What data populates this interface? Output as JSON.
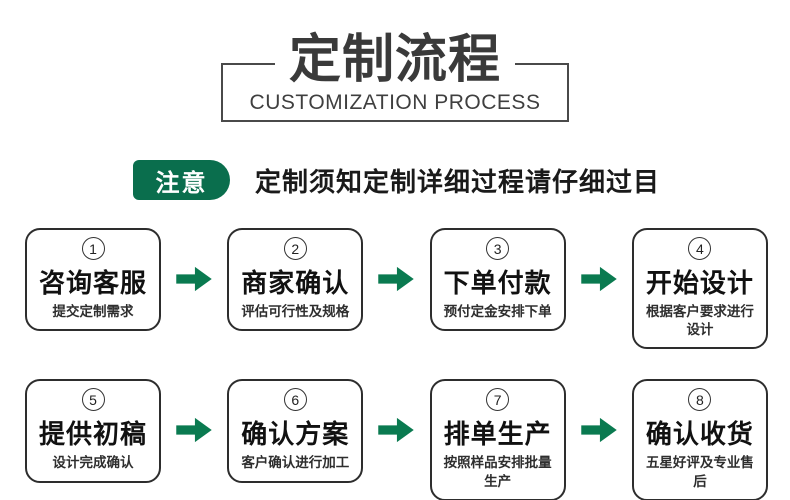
{
  "header": {
    "title": "定制流程",
    "subtitle": "CUSTOMIZATION PROCESS"
  },
  "notice": {
    "badge_label": "注意",
    "text": "定制须知定制详细过程请仔细过目"
  },
  "steps": [
    {
      "num": "1",
      "title": "咨询客服",
      "desc": "提交定制需求"
    },
    {
      "num": "2",
      "title": "商家确认",
      "desc": "评估可行性及规格"
    },
    {
      "num": "3",
      "title": "下单付款",
      "desc": "预付定金安排下单"
    },
    {
      "num": "4",
      "title": "开始设计",
      "desc": "根据客户要求进行设计"
    },
    {
      "num": "5",
      "title": "提供初稿",
      "desc": "设计完成确认"
    },
    {
      "num": "6",
      "title": "确认方案",
      "desc": "客户确认进行加工"
    },
    {
      "num": "7",
      "title": "排单生产",
      "desc": "按照样品安排批量生产"
    },
    {
      "num": "8",
      "title": "确认收货",
      "desc": "五星好评及专业售后"
    }
  ],
  "colors": {
    "accent_green": "#0a6e4d",
    "arrow_green": "#0a7a50",
    "text_dark": "#1a1a1a",
    "frame_gray": "#4a4a4a"
  }
}
